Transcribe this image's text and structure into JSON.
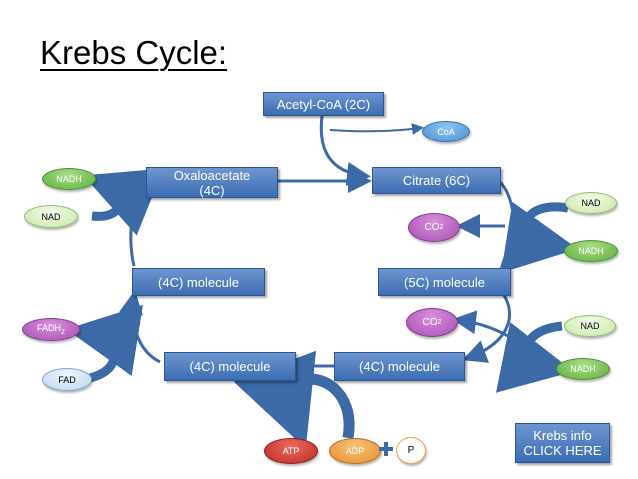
{
  "title": "Krebs Cycle:",
  "boxes": {
    "acetyl": "Acetyl-CoA (2C)",
    "oxaloacetate_line1": "Oxaloacetate",
    "oxaloacetate_line2": "(4C)",
    "citrate": "Citrate (6C)",
    "left_mid": "(4C) molecule",
    "right_mid": "(5C) molecule",
    "bottom_left": "(4C) molecule",
    "bottom_right": "(4C) molecule",
    "info_line1": "Krebs info",
    "info_line2": "CLICK HERE"
  },
  "molecules": {
    "coa": "CoA",
    "nadh_top_left": "NADH",
    "nad_left": "NAD",
    "nad_right_top": "NAD",
    "nadh_right_top": "NADH",
    "co2_top": "CO2",
    "co2_bottom": "CO2",
    "nad_right_bottom": "NAD",
    "nadh_right_bottom": "NADH",
    "fadh2": "FADH2",
    "fad": "FAD",
    "atp": "ATP",
    "adp": "ADP",
    "p": "P"
  },
  "colors": {
    "box_blue": "#3c6db3",
    "arrow_blue": "#3b6aa6",
    "green": "#5fae3c",
    "purple": "#a54fb0",
    "red": "#bd2a22",
    "orange": "#e78d2b"
  }
}
